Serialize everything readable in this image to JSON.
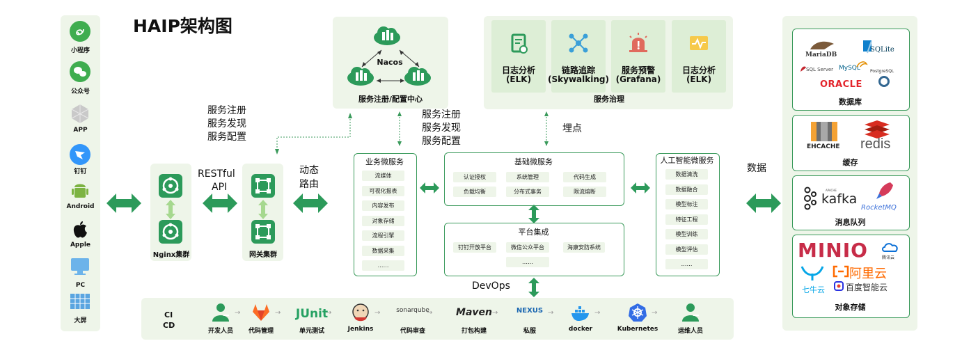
{
  "title": "HAIP架构图",
  "clients": [
    {
      "label": "小程序",
      "icon": "mini-program-icon"
    },
    {
      "label": "公众号",
      "icon": "wechat-icon"
    },
    {
      "label": "APP",
      "icon": "app-cube-icon"
    },
    {
      "label": "钉钉",
      "icon": "dingtalk-icon"
    },
    {
      "label": "Android",
      "icon": "android-icon"
    },
    {
      "label": "Apple",
      "icon": "apple-icon"
    },
    {
      "label": "PC",
      "icon": "pc-icon"
    },
    {
      "label": "大屏",
      "icon": "big-screen-icon"
    }
  ],
  "nginx": {
    "label": "Nginx集群"
  },
  "gateway": {
    "label": "网关集群"
  },
  "restful": {
    "line1": "RESTful",
    "line2": "API"
  },
  "dynamic_route": {
    "line1": "动态",
    "line2": "路由"
  },
  "left_service_text": {
    "line1": "服务注册",
    "line2": "服务发现",
    "line3": "服务配置"
  },
  "right_service_text": {
    "line1": "服务注册",
    "line2": "服务发现",
    "line3": "服务配置"
  },
  "nacos": {
    "center": "Nacos",
    "caption": "服务注册/配置中心"
  },
  "governance": {
    "caption": "服务治理",
    "items": [
      {
        "line1": "日志分析",
        "line2": "(ELK)",
        "icon": "log-doc-icon"
      },
      {
        "line1": "链路追踪",
        "line2": "(Skywalking)",
        "icon": "trace-network-icon"
      },
      {
        "line1": "服务预警",
        "line2": "(Grafana)",
        "icon": "alarm-icon"
      },
      {
        "line1": "日志分析",
        "line2": "(ELK)",
        "icon": "pulse-monitor-icon"
      }
    ]
  },
  "buried_point": "埋点",
  "business": {
    "title": "业务微服务",
    "items": [
      "流媒体",
      "可视化报表",
      "内容发布",
      "对象存储",
      "流程引擎",
      "数据采集",
      "……"
    ]
  },
  "basic": {
    "title": "基础微服务",
    "items": [
      "认证授权",
      "系统管理",
      "代码生成",
      "负载均衡",
      "分布式事务",
      "限流熔断"
    ]
  },
  "platform": {
    "title": "平台集成",
    "items": [
      "钉钉开放平台",
      "微信公众平台",
      "海康安防系统",
      "……"
    ]
  },
  "ai": {
    "title": "人工智能微服务",
    "items": [
      "数据清洗",
      "数据融合",
      "模型标注",
      "特征工程",
      "模型训练",
      "模型评估",
      "……"
    ]
  },
  "devops_label": "DevOps",
  "data_label": "数据",
  "cicd": {
    "ci": "CI",
    "cd": "CD",
    "steps": [
      {
        "logo": "",
        "label": "开发人员",
        "icon": "developer-icon"
      },
      {
        "logo": "",
        "label": "代码管理",
        "icon": "gitlab-icon"
      },
      {
        "logo": "JUnit",
        "label": "单元测试",
        "icon": "junit-logo"
      },
      {
        "logo": "",
        "label": "Jenkins",
        "icon": "jenkins-icon"
      },
      {
        "logo": "sonarqube",
        "label": "代码审查",
        "icon": "sonarqube-logo"
      },
      {
        "logo": "Maven",
        "label": "打包构建",
        "icon": "maven-logo"
      },
      {
        "logo": "NEXUS",
        "label": "私服",
        "icon": "nexus-logo"
      },
      {
        "logo": "",
        "label": "docker",
        "icon": "docker-icon"
      },
      {
        "logo": "",
        "label": "Kubernetes",
        "icon": "kubernetes-icon"
      },
      {
        "logo": "",
        "label": "运维人员",
        "icon": "operator-icon"
      }
    ]
  },
  "database": {
    "caption": "数据库",
    "logos": {
      "mariadb": "MariaDB",
      "sqlite": "SQLite",
      "sqlserver": "SQL Server",
      "mysql": "MySQL",
      "postgres": "PostgreSQL",
      "oracle": "ORACLE"
    }
  },
  "cache": {
    "caption": "缓存",
    "logos": {
      "ehcache": "EHCACHE",
      "redis": "redis"
    }
  },
  "mq": {
    "caption": "消息队列",
    "logos": {
      "kafka": "kafka",
      "apache": "APACHE",
      "rocketmq": "RocketMQ"
    }
  },
  "storage": {
    "caption": "对象存储",
    "logos": {
      "minio": "MINIO",
      "tencent": "腾讯云",
      "aliyun": "阿里云",
      "qiniu": "七牛云",
      "baidu": "百度智能云"
    }
  },
  "colors": {
    "green": "#2c9a5a",
    "panel": "#eef5e9",
    "oracle": "#e3242b",
    "redis": "#d82c20",
    "minio": "#c72c48"
  }
}
